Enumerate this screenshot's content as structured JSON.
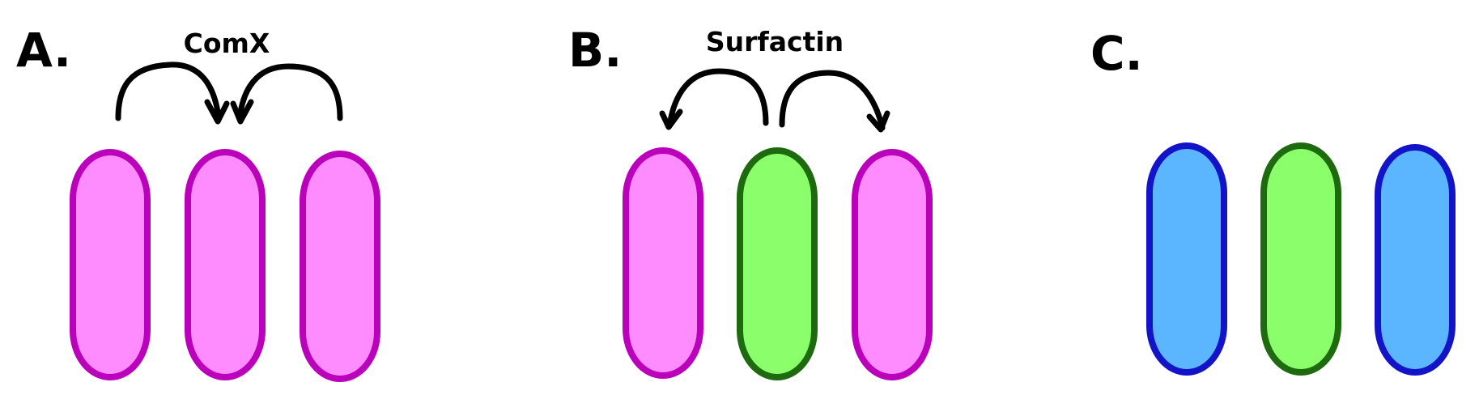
{
  "panels": {
    "a": {
      "letter": "A.",
      "signal": "ComX",
      "cells": [
        {
          "fill": "#ff8cff",
          "stroke": "#bb00bb"
        },
        {
          "fill": "#ff8cff",
          "stroke": "#bb00bb"
        },
        {
          "fill": "#ff8cff",
          "stroke": "#bb00bb"
        }
      ]
    },
    "b": {
      "letter": "B.",
      "signal": "Surfactin",
      "cells": [
        {
          "fill": "#ff8cff",
          "stroke": "#bb00bb"
        },
        {
          "fill": "#8aff6b",
          "stroke": "#1e6b0f"
        },
        {
          "fill": "#ff8cff",
          "stroke": "#bb00bb"
        }
      ]
    },
    "c": {
      "letter": "C.",
      "cells": [
        {
          "fill": "#5bb6ff",
          "stroke": "#1313c8"
        },
        {
          "fill": "#8aff6b",
          "stroke": "#1e6b0f"
        },
        {
          "fill": "#5bb6ff",
          "stroke": "#1313c8"
        }
      ]
    }
  },
  "colors": {
    "arrow": "#000000",
    "background": "#ffffff"
  }
}
